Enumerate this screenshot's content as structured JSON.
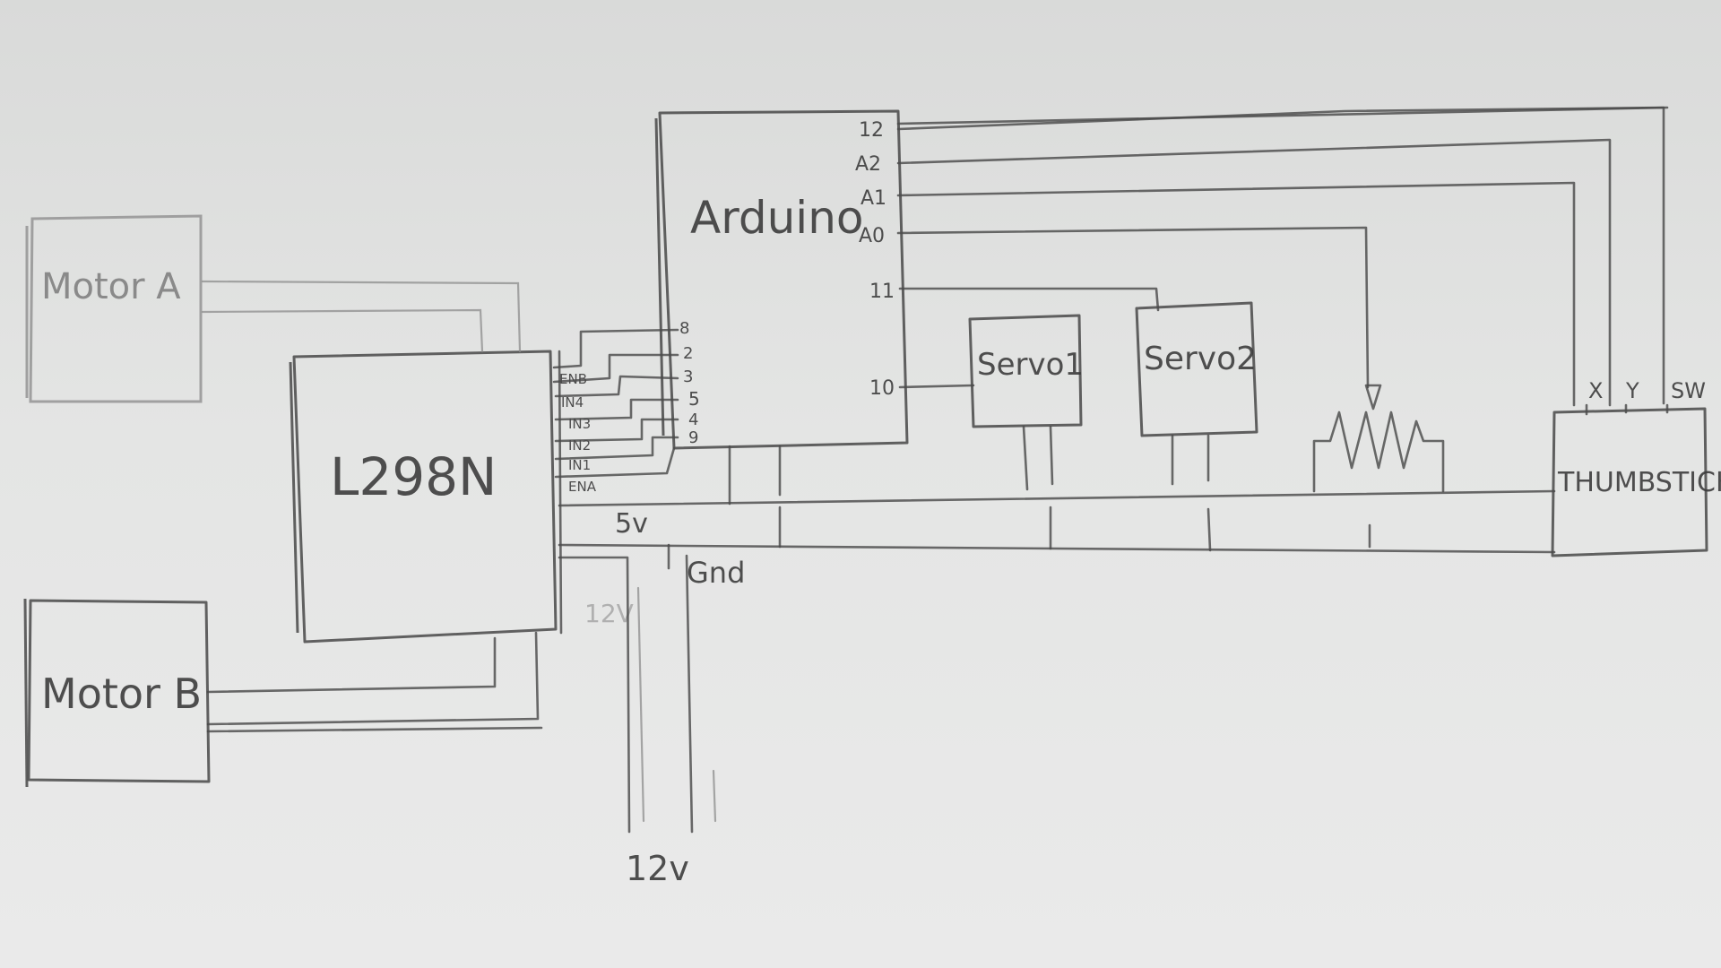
{
  "components": {
    "motor_a": "Motor A",
    "motor_b": "Motor B",
    "driver": "L298N",
    "arduino": "Arduino",
    "servo1": "Servo1",
    "servo2": "Servo2",
    "thumbstick": "THUMBSTICK"
  },
  "arduino_pins": {
    "p12": "12",
    "a2": "A2",
    "a1": "A1",
    "a0": "A0",
    "p11": "11",
    "p10": "10",
    "p8": "8",
    "p2": "2",
    "p3": "3",
    "p5": "5",
    "p4": "4",
    "p9": "9"
  },
  "driver_pins": {
    "enb": "ENB",
    "in4": "IN4",
    "in3": "IN3",
    "in2": "IN2",
    "in1": "IN1",
    "ena": "ENA"
  },
  "thumbstick_pins": {
    "x": "X",
    "y": "Y",
    "sw": "SW"
  },
  "rails": {
    "five_v": "5v",
    "gnd": "Gnd",
    "twelve_v_faint": "12V",
    "twelve_v": "12v"
  }
}
